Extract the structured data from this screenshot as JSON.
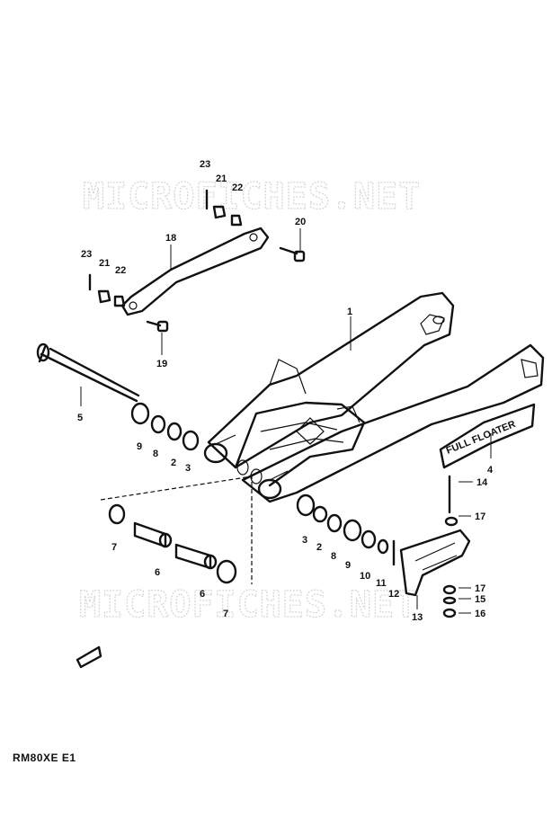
{
  "watermark": "MICROFICHES.NET",
  "diagram_code": "RM80XE E1",
  "decal_text": "FULL FLOATER",
  "part_labels": {
    "p1": "1",
    "p2a": "2",
    "p2b": "2",
    "p3a": "3",
    "p3b": "3",
    "p4": "4",
    "p5": "5",
    "p6a": "6",
    "p6b": "6",
    "p7a": "7",
    "p7b": "7",
    "p8a": "8",
    "p8b": "8",
    "p9a": "9",
    "p9b": "9",
    "p10": "10",
    "p11": "11",
    "p12": "12",
    "p13": "13",
    "p14": "14",
    "p15": "15",
    "p16": "16",
    "p17a": "17",
    "p17b": "17",
    "p18": "18",
    "p19": "19",
    "p20": "20",
    "p21a": "21",
    "p21b": "21",
    "p22a": "22",
    "p22b": "22",
    "p23a": "23",
    "p23b": "23"
  }
}
